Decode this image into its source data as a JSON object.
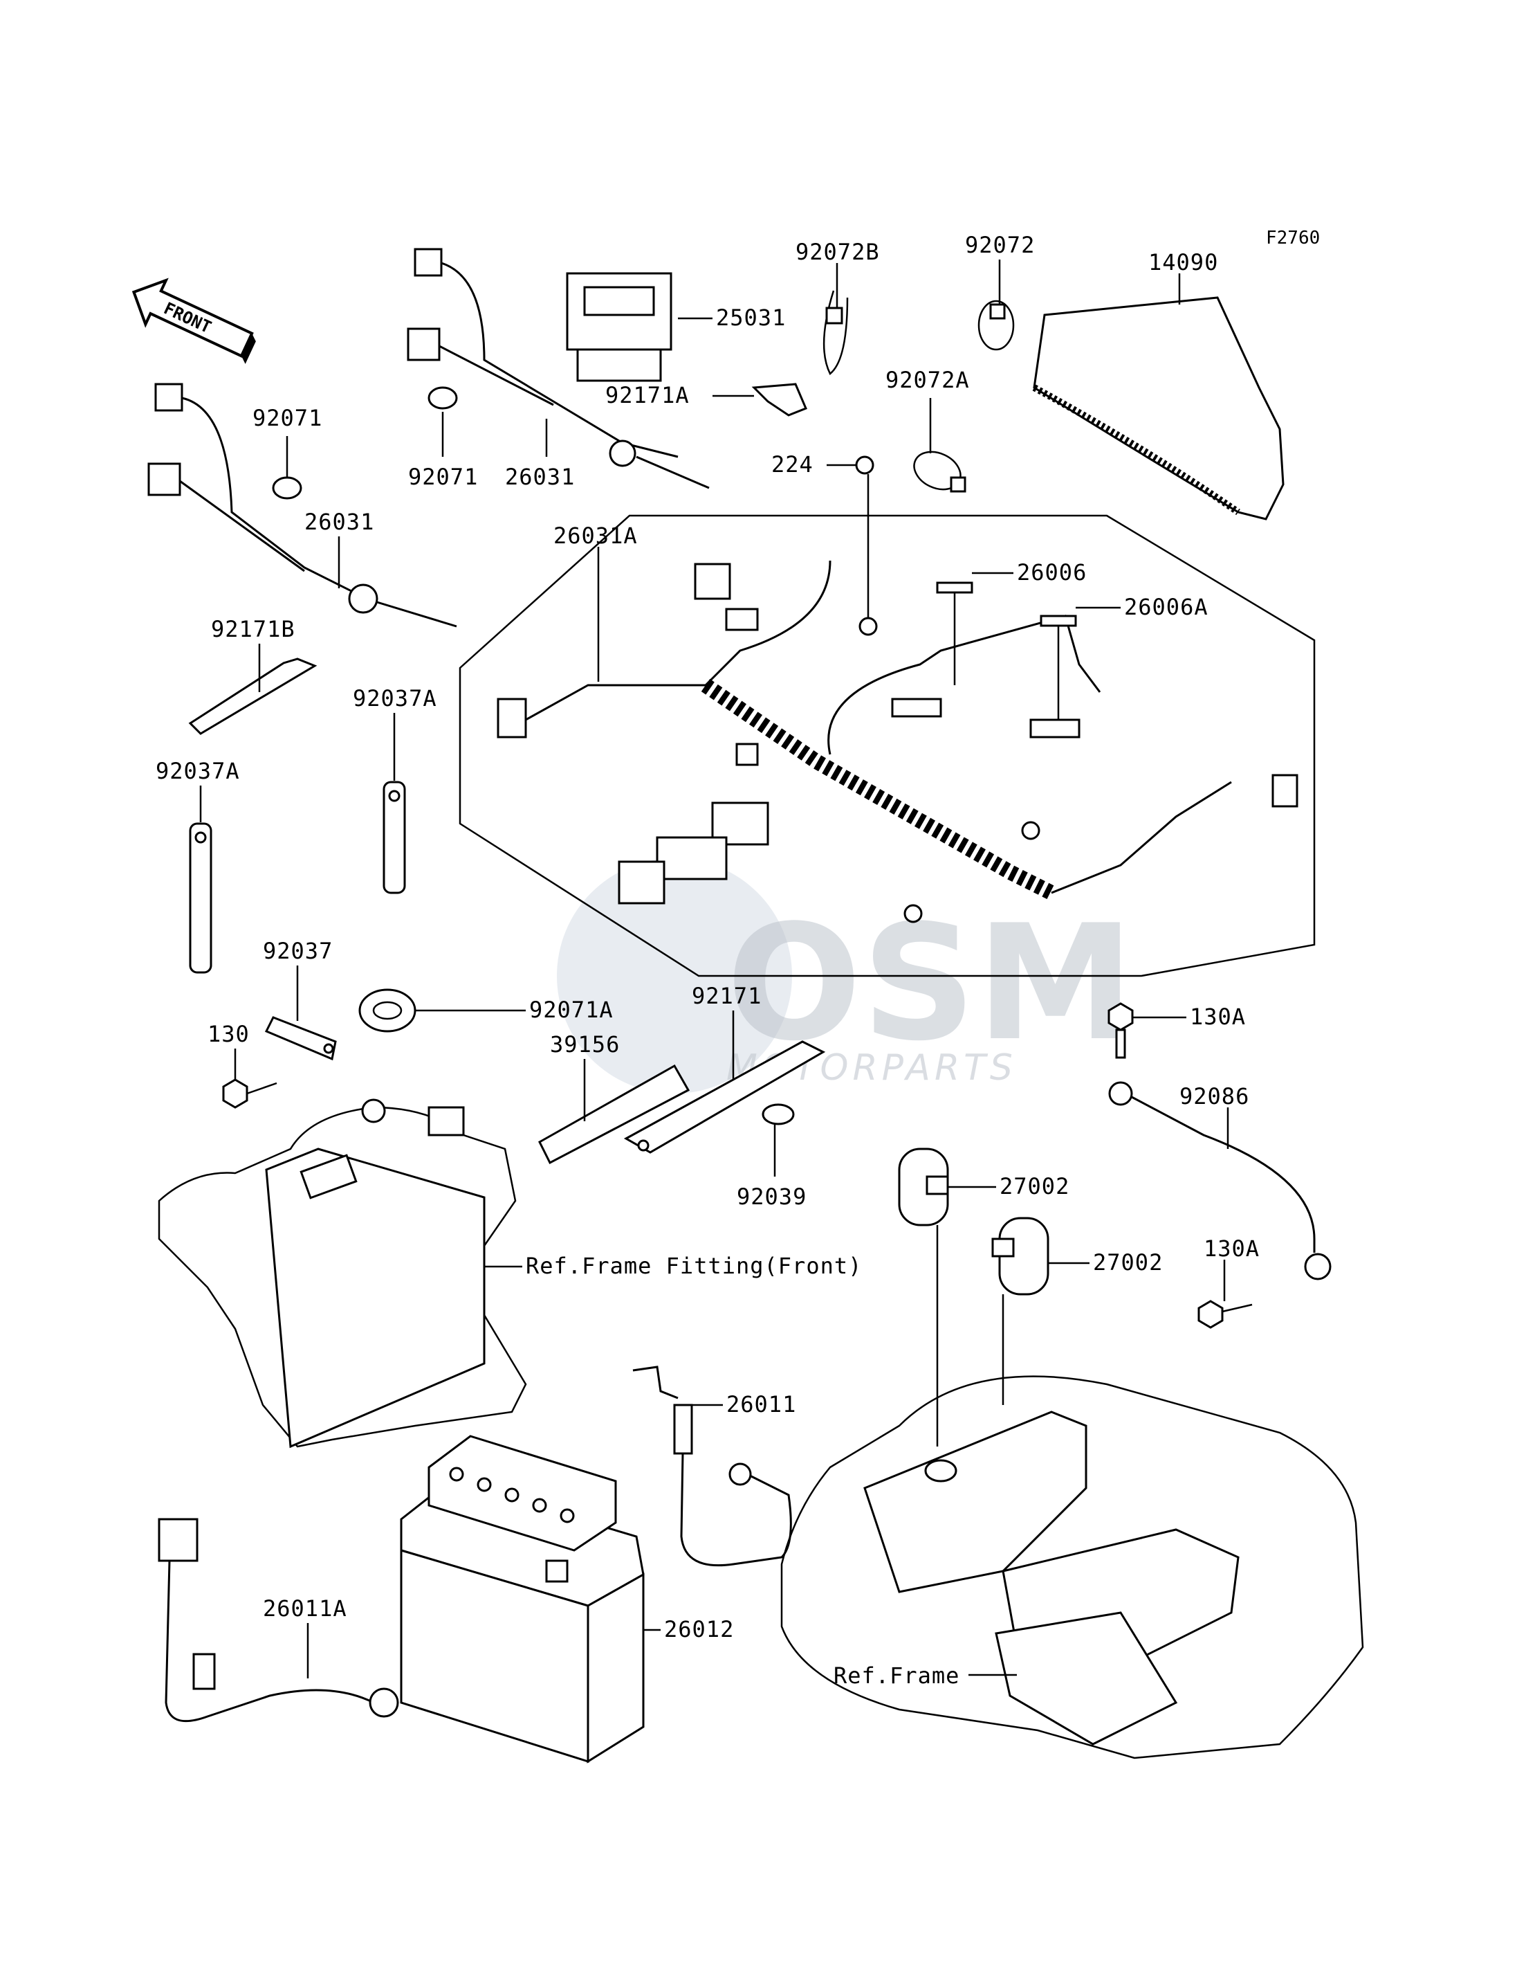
{
  "figure_code": "F2760",
  "front_label": "FRONT",
  "watermark": {
    "logo": "OSM",
    "sub": "MOTORPARTS"
  },
  "labels": {
    "p25031": "25031",
    "p92072B": "92072B",
    "p92072": "92072",
    "p14090": "14090",
    "p92171A": "92171A",
    "p92072A": "92072A",
    "p92071_left": "92071",
    "p92071_mid": "92071",
    "p26031_mid": "26031",
    "p26031_left": "26031",
    "p224": "224",
    "p26031A": "26031A",
    "p26006": "26006",
    "p26006A": "26006A",
    "p92171B": "92171B",
    "p92037A_right": "92037A",
    "p92037A_left": "92037A",
    "p92037": "92037",
    "p130": "130",
    "p92071A": "92071A",
    "p92171": "92171",
    "p39156": "39156",
    "p92039": "92039",
    "p130A_top": "130A",
    "p92086": "92086",
    "p27002_top": "27002",
    "p27002_bot": "27002",
    "p130A_bot": "130A",
    "ref_frame_fitting": "Ref.Frame Fitting(Front)",
    "p26011": "26011",
    "p26011A": "26011A",
    "p26012": "26012",
    "ref_frame": "Ref.Frame"
  }
}
